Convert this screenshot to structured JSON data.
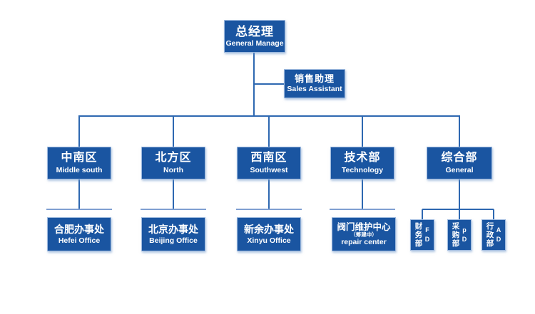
{
  "diagram": {
    "type": "org-chart",
    "background": "#ffffff",
    "colors": {
      "box_fill": "#1a55a1",
      "box_border": "#9db9de",
      "connector": "#2e68b1",
      "connector_light": "#7f9fd1",
      "text": "#ffffff"
    },
    "nodes": {
      "general_manager": {
        "zh": "总经理",
        "en": "General Manage"
      },
      "sales_assistant": {
        "zh": "销售助理",
        "en": "Sales Assistant"
      },
      "middle_south": {
        "zh": "中南区",
        "en": "Middle south"
      },
      "north": {
        "zh": "北方区",
        "en": "North"
      },
      "southwest": {
        "zh": "西南区",
        "en": "Southwest"
      },
      "technology": {
        "zh": "技术部",
        "en": "Technology"
      },
      "general_dept": {
        "zh": "综合部",
        "en": "General"
      },
      "hefei_office": {
        "zh": "合肥办事处",
        "en": "Hefei Office"
      },
      "beijing_office": {
        "zh": "北京办事处",
        "en": "Beijing Office"
      },
      "xinyu_office": {
        "zh": "新余办事处",
        "en": "Xinyu Office"
      },
      "repair_center": {
        "zh": "阀门维护中心",
        "note": "（筹建中）",
        "en": "repair center"
      },
      "finance_dept": {
        "zh": "财务部",
        "abbr": "FD"
      },
      "purchasing_dept": {
        "zh": "采购部",
        "abbr": "pD"
      },
      "admin_dept": {
        "zh": "行政部",
        "abbr": "AD"
      }
    },
    "hierarchy": {
      "root": "general_manager",
      "assistant_of_root": "sales_assistant",
      "level2": [
        "middle_south",
        "north",
        "southwest",
        "technology",
        "general_dept"
      ],
      "children": {
        "middle_south": [
          "hefei_office"
        ],
        "north": [
          "beijing_office"
        ],
        "southwest": [
          "xinyu_office"
        ],
        "technology": [
          "repair_center"
        ],
        "general_dept": [
          "finance_dept",
          "purchasing_dept",
          "admin_dept"
        ]
      }
    }
  }
}
